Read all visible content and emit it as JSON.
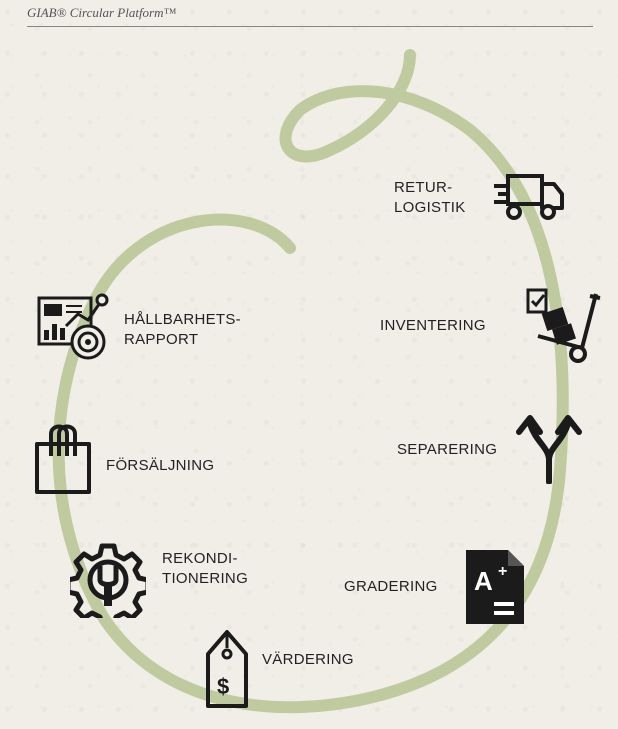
{
  "header": {
    "title": "GIAB® Circular Platform™"
  },
  "stages": {
    "returlogistik": {
      "line1": "RETUR-",
      "line2": "LOGISTIK",
      "icon": "delivery-truck-icon"
    },
    "inventering": {
      "label": "INVENTERING",
      "icon": "hand-truck-checklist-icon"
    },
    "separering": {
      "label": "SEPARERING",
      "icon": "split-arrows-icon"
    },
    "gradering": {
      "label": "GRADERING",
      "icon": "grade-document-icon"
    },
    "vardering": {
      "label": "VÄRDERING",
      "icon": "price-tag-icon"
    },
    "rekonditionering": {
      "line1": "REKONDI-",
      "line2": "TIONERING",
      "icon": "gear-wrench-icon"
    },
    "forsaljning": {
      "label": "FÖRSÄLJNING",
      "icon": "shopping-bag-icon"
    },
    "hallbarhetsrapport": {
      "line1": "HÅLLBARHETS-",
      "line2": "RAPPORT",
      "icon": "analytics-report-icon"
    }
  },
  "colors": {
    "loop": "#bfcb9f",
    "icon": "#1b1b1b",
    "text": "#222222"
  }
}
